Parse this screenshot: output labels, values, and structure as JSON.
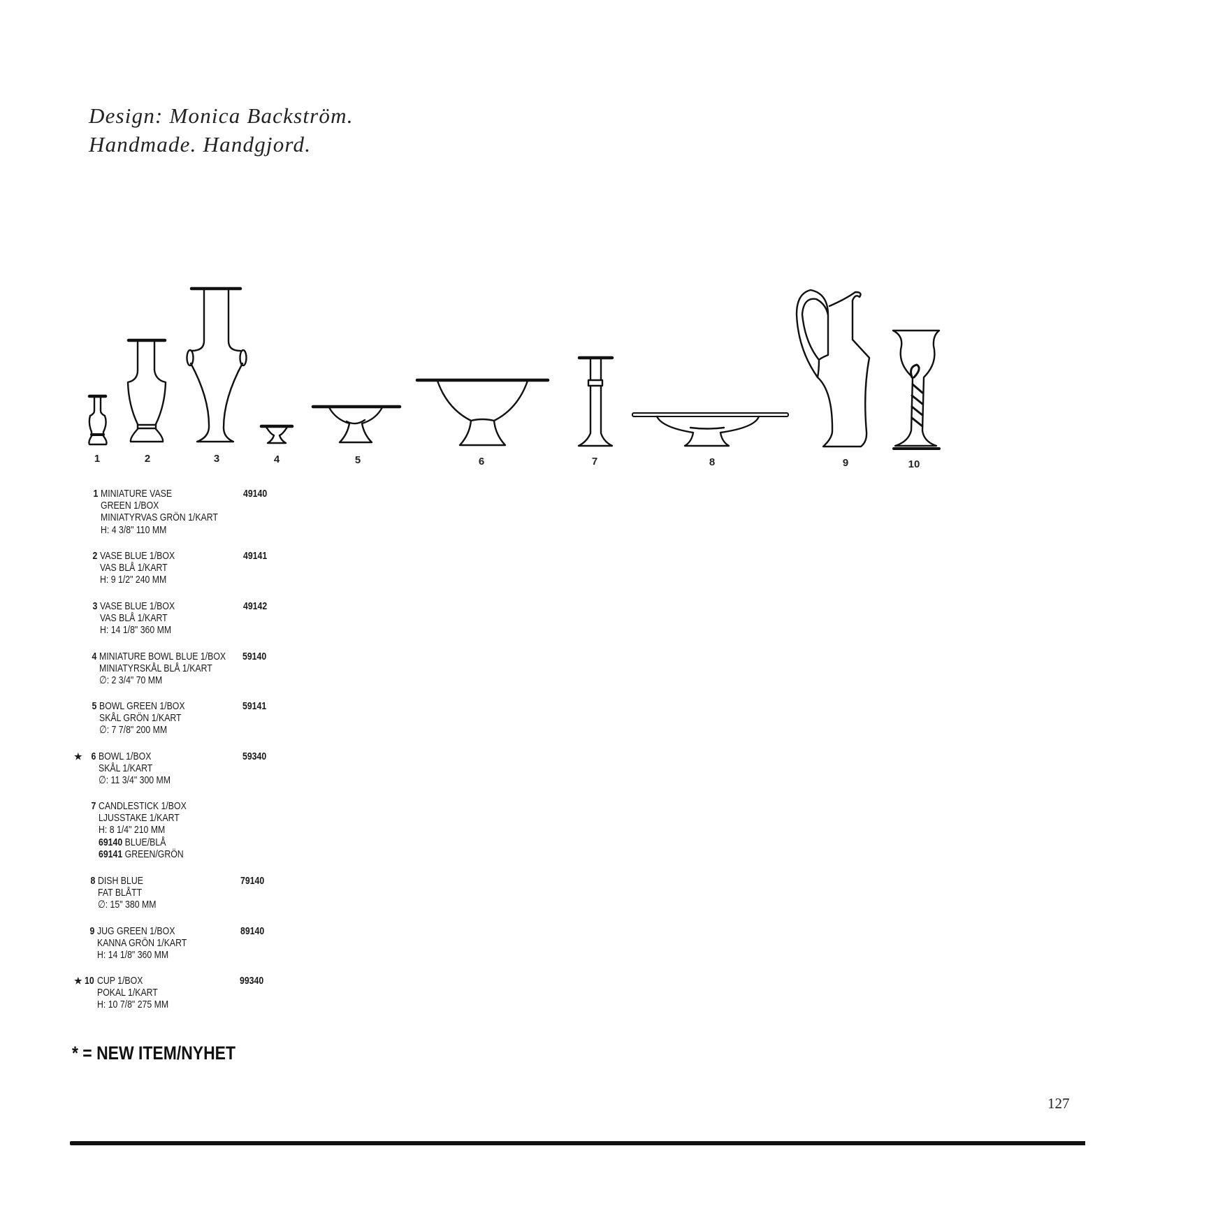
{
  "header": {
    "line1": "Design: Monica Backström.",
    "line2": "Handmade. Handgjord."
  },
  "figure_labels": [
    "1",
    "2",
    "3",
    "4",
    "5",
    "6",
    "7",
    "8",
    "9",
    "10"
  ],
  "items": [
    {
      "num": "1",
      "star": "",
      "lines": [
        "MINIATURE VASE",
        "GREEN  1/BOX",
        "MINIATYRVAS GRÖN  1/KART",
        "H: 4 3/8\"  110 MM"
      ],
      "code": "49140"
    },
    {
      "num": "2",
      "star": "",
      "lines": [
        "VASE BLUE  1/BOX",
        "VAS  BLÅ 1/KART",
        "H: 9 1/2\"  240 MM"
      ],
      "code": "49141"
    },
    {
      "num": "3",
      "star": "",
      "lines": [
        "VASE BLUE  1/BOX",
        "VAS  BLÅ  1/KART",
        "H: 14 1/8\"  360 MM"
      ],
      "code": "49142"
    },
    {
      "num": "4",
      "star": "",
      "lines": [
        "MINIATURE BOWL BLUE  1/BOX",
        "MINIATYRSKÅL BLÅ  1/KART",
        "∅: 2 3/4\"  70 MM"
      ],
      "code": "59140"
    },
    {
      "num": "5",
      "star": "",
      "lines": [
        "BOWL GREEN  1/BOX",
        "SKÅL GRÖN  1/KART",
        "∅: 7 7/8\"  200 MM"
      ],
      "code": "59141"
    },
    {
      "num": "6",
      "star": "★",
      "lines": [
        "BOWL  1/BOX",
        "SKÅL  1/KART",
        "∅: 11 3/4\"  300 MM"
      ],
      "code": "59340"
    },
    {
      "num": "7",
      "star": "",
      "lines": [
        "CANDLESTICK  1/BOX",
        "LJUSSTAKE  1/KART",
        "H: 8 1/4\"  210 MM"
      ],
      "code": "",
      "variants": [
        {
          "code": "69140",
          "label": "BLUE/BLÅ"
        },
        {
          "code": "69141",
          "label": "GREEN/GRÖN"
        }
      ]
    },
    {
      "num": "8",
      "star": "",
      "lines": [
        "DISH BLUE",
        "FAT BLÅTT",
        "∅: 15\"  380 MM"
      ],
      "code": "79140"
    },
    {
      "num": "9",
      "star": "",
      "lines": [
        "JUG GREEN  1/BOX",
        "KANNA GRÖN  1/KART",
        "H: 14 1/8\"  360 MM"
      ],
      "code": "89140"
    },
    {
      "num": "10",
      "star": "★",
      "lines": [
        "CUP  1/BOX",
        "POKAL  1/KART",
        "H: 10 7/8\"  275 MM"
      ],
      "code": "99340"
    }
  ],
  "footer": {
    "legend": "* = NEW ITEM/NYHET"
  },
  "page_number": "127"
}
